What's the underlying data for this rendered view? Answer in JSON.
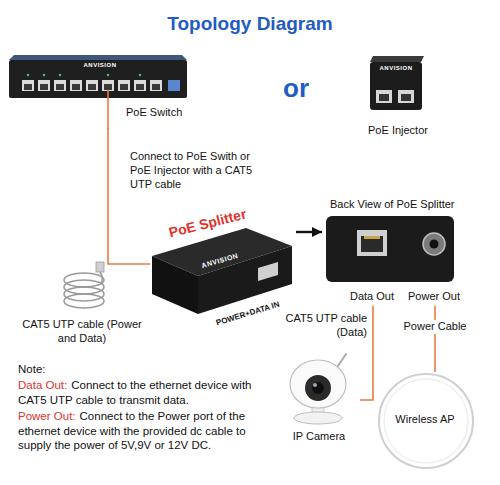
{
  "diagram": {
    "title": "Topology Diagram",
    "nodes": [
      {
        "text": [
          "ANVISION",
          "PoE Switch"
        ]
      },
      {
        "text": [
          "ANVISION",
          "PoE Injector"
        ]
      },
      {
        "text": [
          "PoE Splitter",
          "ANVISION",
          "POWER+DATA IN"
        ]
      },
      {
        "text": [
          "Back View of PoE Splitter"
        ]
      },
      {
        "text": [
          "Data Out"
        ],
        "in": 3
      },
      {
        "text": [
          "Power Out"
        ],
        "in": 3
      },
      {
        "text": [
          "IP Camera"
        ]
      },
      {
        "text": [
          "Wireless AP"
        ]
      }
    ],
    "edges": [
      {
        "from": 0,
        "to": 2,
        "arrow": "none",
        "label": "Connect to PoE Swith or PoE Injector with a CAT5 UTP cable"
      },
      {
        "from": 2,
        "to": 3,
        "arrow": "to"
      },
      {
        "from": 4,
        "to": 6,
        "arrow": "none",
        "label": "CAT5 UTP cable (Data)"
      },
      {
        "from": 5,
        "to": 7,
        "arrow": "none",
        "label": "Power Cable"
      }
    ],
    "labels": [
      "or",
      "CAT5 UTP cable (Power and Data)",
      "Note:",
      "Data Out:",
      "Connect to the ethernet device with CAT5 UTP cable to transmit data.",
      "Power Out:",
      "Connect to the Power port of the ethernet device with the provided dc cable to supply the power of 5V,9V or 12V DC."
    ]
  }
}
